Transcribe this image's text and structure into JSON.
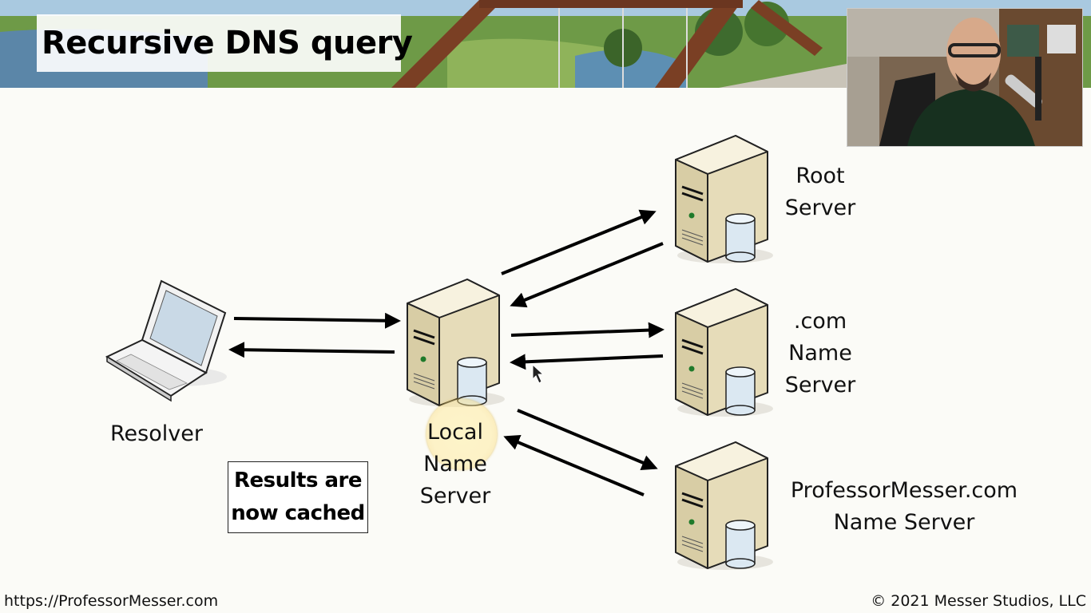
{
  "slide": {
    "title": "Recursive DNS query",
    "cached_note_line1": "Results are",
    "cached_note_line2": "now cached"
  },
  "nodes": {
    "resolver": {
      "label": "Resolver",
      "icon": "laptop-icon"
    },
    "local": {
      "line1": "Local",
      "line2": "Name",
      "line3": "Server",
      "icon": "server-icon"
    },
    "root": {
      "line1": "Root",
      "line2": "Server",
      "icon": "server-icon"
    },
    "com": {
      "line1": ".com",
      "line2": "Name",
      "line3": "Server",
      "icon": "server-icon"
    },
    "pm": {
      "line1": "ProfessorMesser.com",
      "line2": "Name Server",
      "icon": "server-icon"
    }
  },
  "footer": {
    "url": "https://ProfessorMesser.com",
    "copyright": "© 2021 Messer Studios, LLC"
  },
  "colors": {
    "background": "#fbfbf7",
    "arrow": "#000000",
    "server_body": "#efe6c8",
    "highlight": "#f2d37a"
  }
}
